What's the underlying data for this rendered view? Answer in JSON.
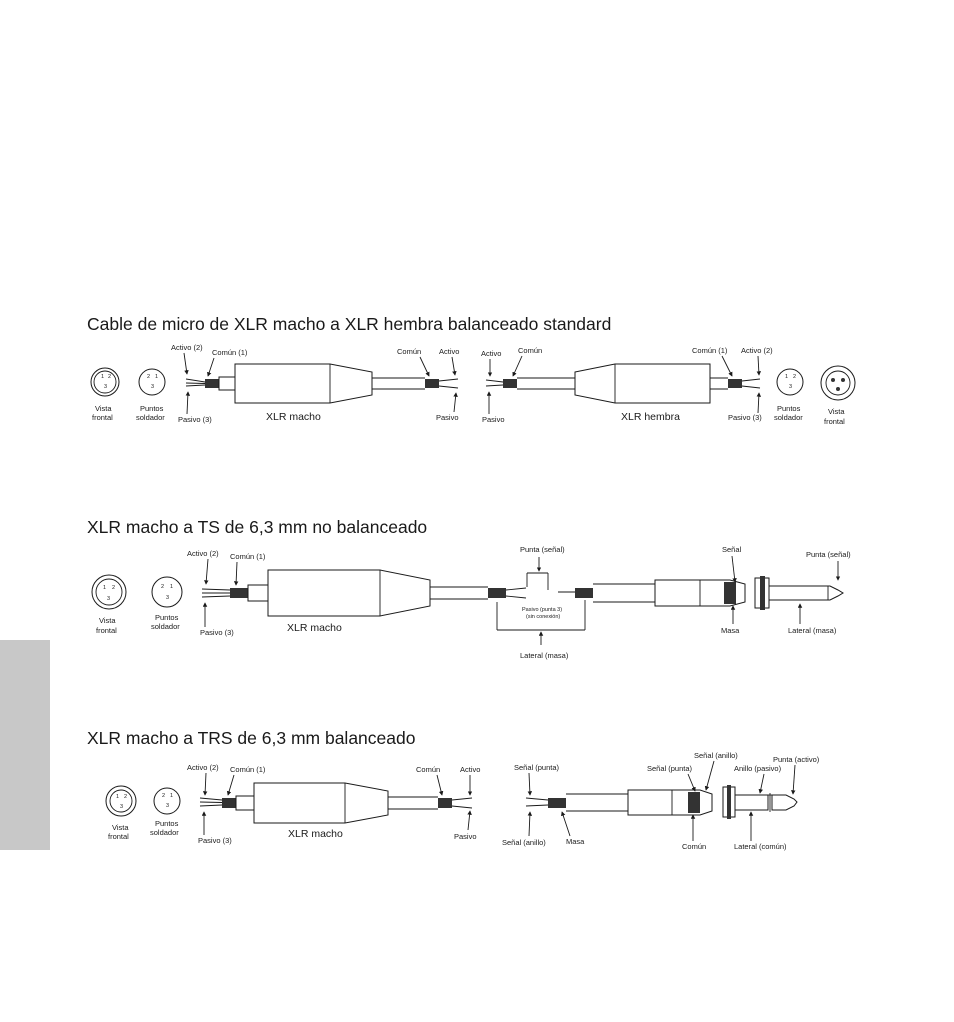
{
  "section1": {
    "title": "Cable de micro de XLR macho a XLR hembra balanceado standard",
    "labels": {
      "activo2_a": "Activo (2)",
      "comun1_a": "Común (1)",
      "pasivo3_a": "Pasivo (3)",
      "vista_a1": "Vista",
      "vista_a2": "frontal",
      "puntos_a1": "Puntos",
      "puntos_a2": "soldador",
      "xlr_macho": "XLR macho",
      "comun_b": "Común",
      "activo_b": "Activo",
      "pasivo_b": "Pasivo",
      "activo_c": "Activo",
      "comun_c": "Común",
      "pasivo_c": "Pasivo",
      "xlr_hembra": "XLR hembra",
      "comun1_d": "Común (1)",
      "activo2_d": "Activo (2)",
      "pasivo3_d": "Pasivo (3)",
      "puntos_d1": "Puntos",
      "puntos_d2": "soldador",
      "vista_d1": "Vista",
      "vista_d2": "frontal"
    }
  },
  "section2": {
    "title": "XLR macho a TS de 6,3 mm no balanceado",
    "labels": {
      "activo2": "Activo (2)",
      "comun1": "Común (1)",
      "pasivo3": "Pasivo (3)",
      "vista1": "Vista",
      "vista2": "frontal",
      "puntos1": "Puntos",
      "puntos2": "soldador",
      "xlr_macho": "XLR macho",
      "punta_senal_top": "Punta (señal)",
      "pasivo_punta3": "Pasivo (punta 3)",
      "sin_conexion": "(sin conexión)",
      "lateral_masa_bottom": "Lateral (masa)",
      "senal": "Señal",
      "masa": "Masa",
      "punta_senal_right": "Punta (señal)",
      "lateral_masa_right": "Lateral (masa)"
    }
  },
  "section3": {
    "title": "XLR macho a TRS de 6,3 mm balanceado",
    "labels": {
      "activo2": "Activo (2)",
      "comun1": "Común (1)",
      "pasivo3": "Pasivo (3)",
      "vista1": "Vista",
      "vista2": "frontal",
      "puntos1": "Puntos",
      "puntos2": "soldador",
      "xlr_macho": "XLR macho",
      "comun_b": "Común",
      "activo_b": "Activo",
      "pasivo_b": "Pasivo",
      "senal_punta_left": "Señal (punta)",
      "senal_anillo_left": "Señal (anillo)",
      "masa": "Masa",
      "senal_anillo_top": "Señal (anillo)",
      "senal_punta_mid": "Señal (punta)",
      "punta_activo": "Punta (activo)",
      "anillo_pasivo": "Anillo (pasivo)",
      "comun": "Común",
      "lateral_comun": "Lateral (común)"
    }
  },
  "pins": {
    "one": "1",
    "two": "2",
    "three": "3"
  }
}
